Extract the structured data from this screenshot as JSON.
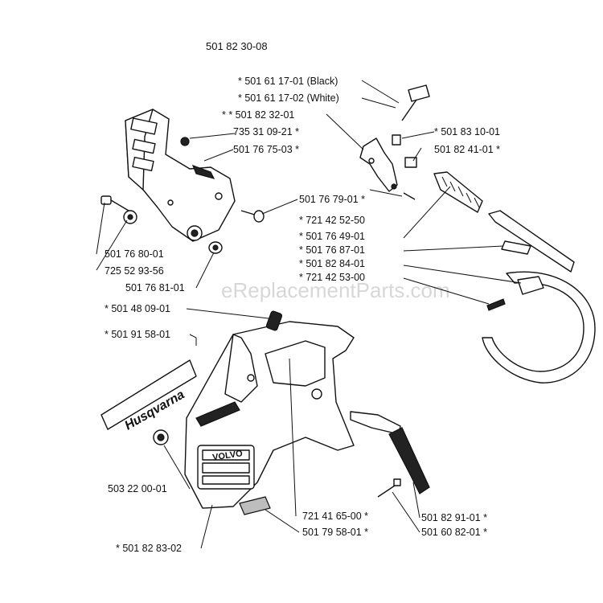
{
  "assembly_number": "501 82 30-08",
  "watermark": "eReplacementParts.com",
  "brand_decal": "Husqvarna",
  "cover_badge": "VOLVO",
  "parts": [
    {
      "id": "p01",
      "text": "*  501 61 17-01 (Black)"
    },
    {
      "id": "p02",
      "text": "*  501 61 17-02 (White)"
    },
    {
      "id": "p03",
      "text": "* *  501 82 32-01"
    },
    {
      "id": "p04",
      "text": "735 31 09-21  *"
    },
    {
      "id": "p05",
      "text": "501 76 75-03  *"
    },
    {
      "id": "p06",
      "text": "*  501 83 10-01"
    },
    {
      "id": "p07",
      "text": "501 82 41-01  *"
    },
    {
      "id": "p08",
      "text": "501 76 79-01  *"
    },
    {
      "id": "p09",
      "text": "*  721 42 52-50"
    },
    {
      "id": "p10",
      "text": "*  501 76 49-01"
    },
    {
      "id": "p11",
      "text": "*  501 76 87-01"
    },
    {
      "id": "p12",
      "text": "*  501 82 84-01"
    },
    {
      "id": "p13",
      "text": "*  721 42 53-00"
    },
    {
      "id": "p14",
      "text": "501 76 80-01"
    },
    {
      "id": "p15",
      "text": "725 52 93-56"
    },
    {
      "id": "p16",
      "text": "501 76 81-01"
    },
    {
      "id": "p17",
      "text": "*  501 48 09-01"
    },
    {
      "id": "p18",
      "text": "*  501 91 58-01"
    },
    {
      "id": "p19",
      "text": "503 22 00-01"
    },
    {
      "id": "p20",
      "text": "721 41 65-00  *"
    },
    {
      "id": "p21",
      "text": "501 82 91-01  *"
    },
    {
      "id": "p22",
      "text": "501 79 58-01  *"
    },
    {
      "id": "p23",
      "text": "501 60 82-01  *"
    },
    {
      "id": "p24",
      "text": "*  501 82 83-02"
    }
  ]
}
